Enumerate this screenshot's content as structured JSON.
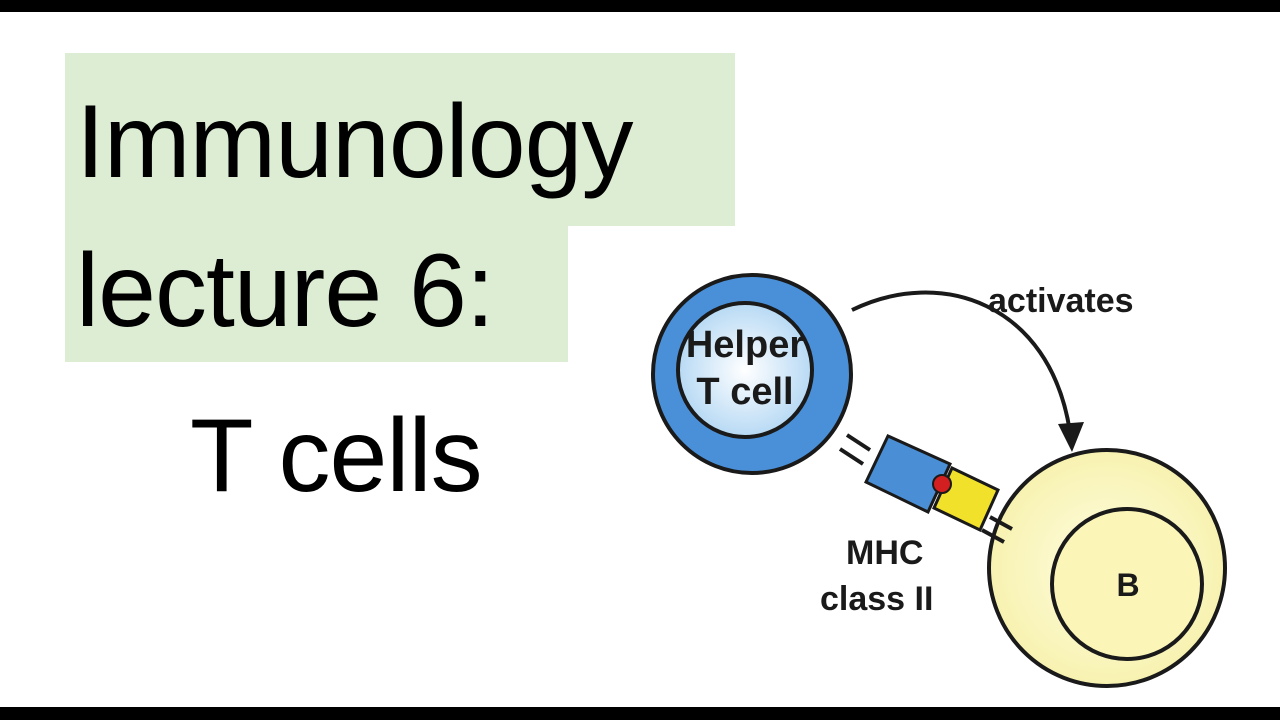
{
  "slide": {
    "title_line1": "Immunology",
    "title_line2": "lecture 6:",
    "subtitle": "T cells"
  },
  "diagram": {
    "helper_cell_line1": "Helper",
    "helper_cell_line2": "T cell",
    "arrow_label": "activates",
    "mhc_line1": "MHC",
    "mhc_line2": "class II",
    "b_cell_label": "B"
  },
  "colors": {
    "title_highlight": "#dcedd4",
    "helper_cell": "#4a90d9",
    "helper_nucleus": "#b9dcf5",
    "b_cell": "#fbf7c2",
    "receptor_blue": "#4a8fd6",
    "mhc_yellow": "#f2e12b",
    "antigen_red": "#d31f1f"
  }
}
